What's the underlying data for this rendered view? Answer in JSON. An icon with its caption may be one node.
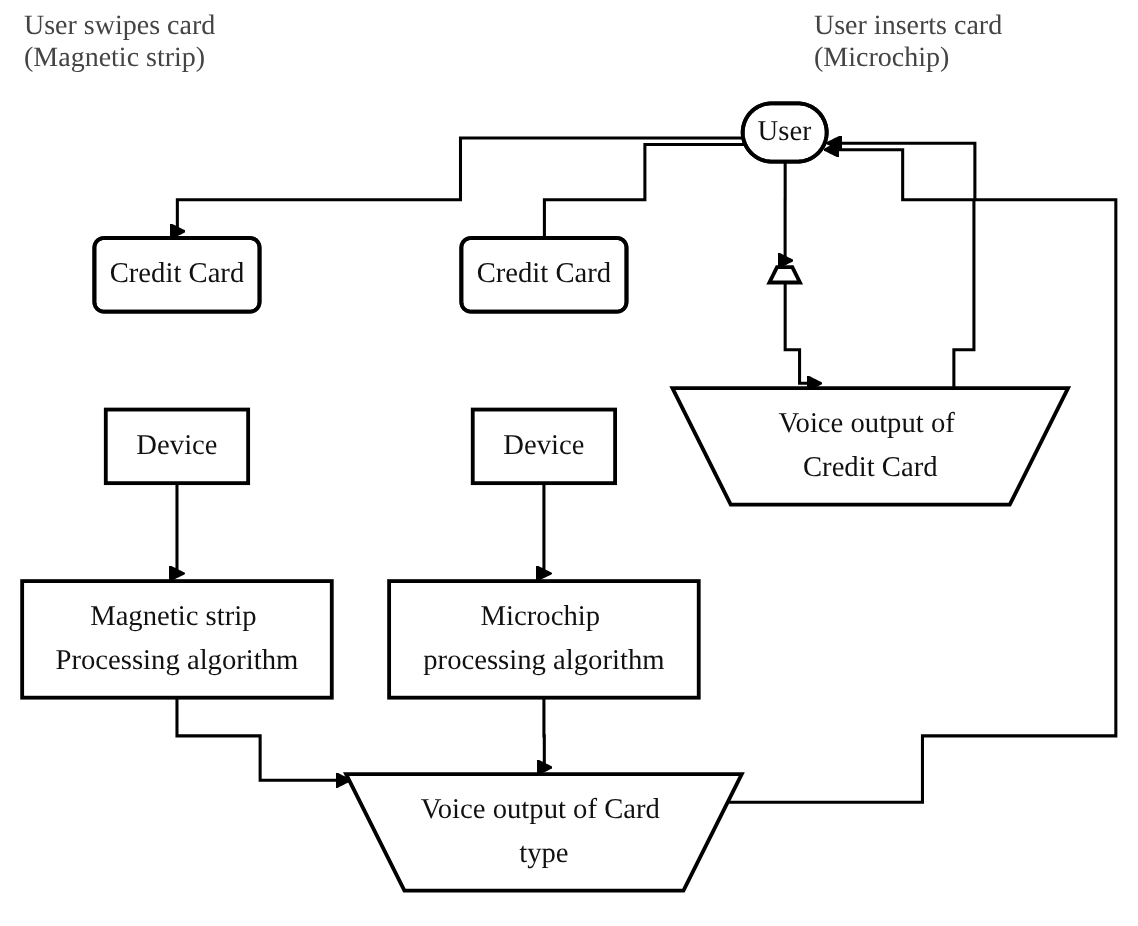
{
  "diagram": {
    "nodes": [
      {
        "text": [
          "User"
        ]
      },
      {
        "text": [
          "Credit Card"
        ]
      },
      {
        "text": [
          "Credit Card"
        ]
      },
      {
        "text": [],
        "shape": "trapezoid"
      },
      {
        "text": [
          "Device"
        ]
      },
      {
        "text": [
          "Device"
        ]
      },
      {
        "text": [
          "Voice output of Credit Card"
        ]
      },
      {
        "text": [
          "Magnetic strip Processing algorithm"
        ]
      },
      {
        "text": [
          "Microchip processing algorithm"
        ]
      },
      {
        "text": [
          "Voice output of Card type"
        ]
      }
    ],
    "edges": [
      {
        "from": 0,
        "to": 1,
        "arrow": "to"
      },
      {
        "from": 0,
        "to": 2,
        "arrow": "none"
      },
      {
        "from": 0,
        "to": 3,
        "arrow": "to"
      },
      {
        "from": 3,
        "to": 6,
        "arrow": "to"
      },
      {
        "from": 6,
        "to": 0,
        "arrow": "to"
      },
      {
        "from": 4,
        "to": 7,
        "arrow": "to"
      },
      {
        "from": 5,
        "to": 8,
        "arrow": "to"
      },
      {
        "from": 7,
        "to": 9,
        "arrow": "to"
      },
      {
        "from": 8,
        "to": 9,
        "arrow": "to"
      },
      {
        "from": 9,
        "to": 0,
        "arrow": "to"
      }
    ],
    "labels": [
      "User swipes card (Magnetic strip)",
      "User inserts card (Microchip)"
    ]
  }
}
